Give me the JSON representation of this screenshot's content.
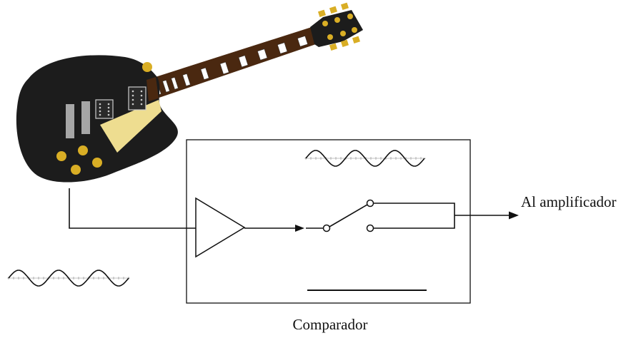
{
  "labels": {
    "output": "Al amplificador",
    "box": "Comparador"
  },
  "colors": {
    "guitar_body": "#1c1c1c",
    "neck": "#4a2810",
    "pickguard": "#eedd90",
    "hardware_gold": "#d9ae25",
    "pickup_silver": "#a6a6a6",
    "ink": "#111111"
  },
  "icons": {
    "instrument": "electric-guitar-icon",
    "amplifier": "triangle-amplifier-symbol",
    "switch": "spdt-switch-symbol"
  }
}
